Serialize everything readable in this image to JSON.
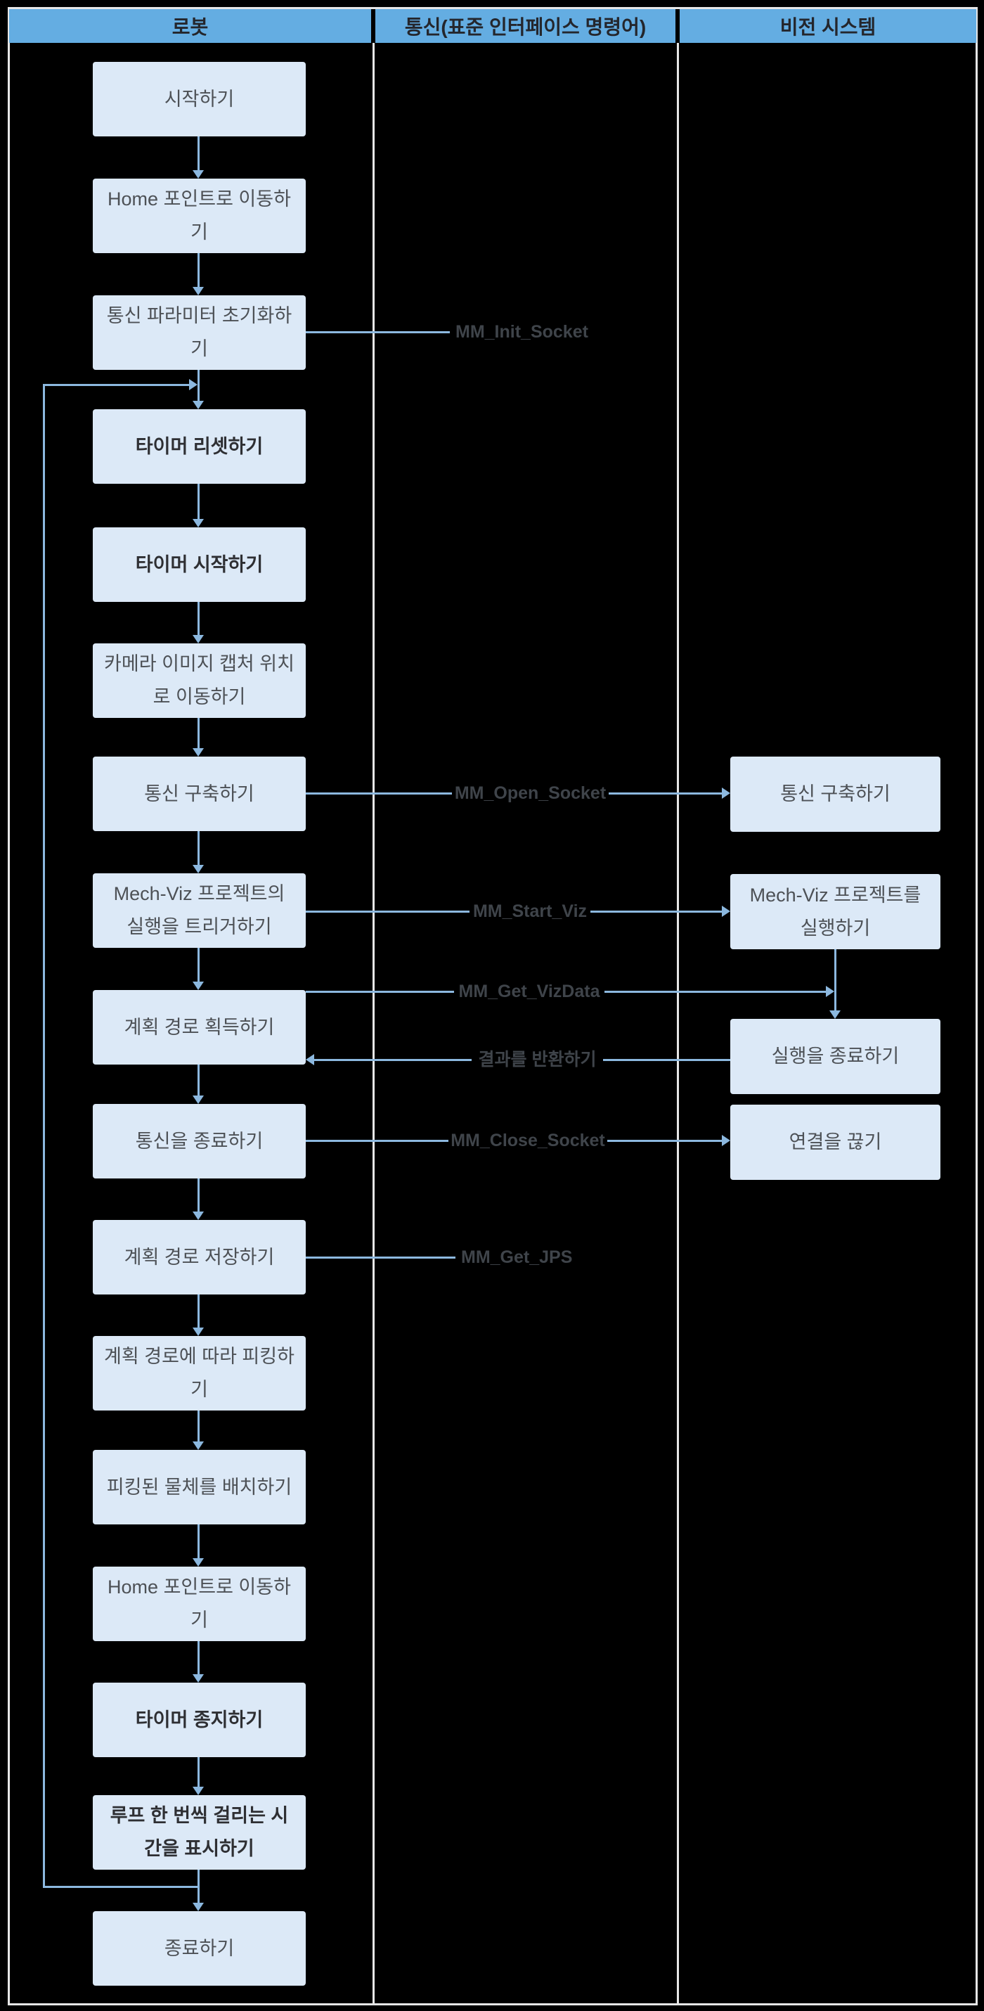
{
  "columns": [
    {
      "label": "로봇"
    },
    {
      "label": "통신(표준 인터페이스 명령어)"
    },
    {
      "label": "비전 시스템"
    }
  ],
  "robot_steps": [
    {
      "label": "시작하기",
      "bold": false
    },
    {
      "label": "Home 포인트로 이동하기",
      "bold": false
    },
    {
      "label": "통신 파라미터 초기화하기",
      "bold": false
    },
    {
      "label": "타이머 리셋하기",
      "bold": true
    },
    {
      "label": "타이머 시작하기",
      "bold": true
    },
    {
      "label": "카메라 이미지 캡처 위치로 이동하기",
      "bold": false
    },
    {
      "label": "통신 구축하기",
      "bold": false
    },
    {
      "label": "Mech-Viz 프로젝트의 실행을 트리거하기",
      "bold": false
    },
    {
      "label": "계획 경로 획득하기",
      "bold": false
    },
    {
      "label": "통신을 종료하기",
      "bold": false
    },
    {
      "label": "계획 경로 저장하기",
      "bold": false
    },
    {
      "label": "계획 경로에 따라 피킹하기",
      "bold": false
    },
    {
      "label": "피킹된 물체를 배치하기",
      "bold": false
    },
    {
      "label": "Home 포인트로 이동하기",
      "bold": false
    },
    {
      "label": "타이머 종지하기",
      "bold": true
    },
    {
      "label": "루프 한 번씩 걸리는 시간을 표시하기",
      "bold": true
    },
    {
      "label": "종료하기",
      "bold": false
    }
  ],
  "vision_steps": [
    {
      "label": "통신 구축하기"
    },
    {
      "label": "Mech-Viz 프로젝트를 실행하기"
    },
    {
      "label": "실행을 종료하기"
    },
    {
      "label": "연결을 끊기"
    }
  ],
  "messages": [
    {
      "label": "MM_Init_Socket",
      "direction": "none"
    },
    {
      "label": "MM_Open_Socket",
      "direction": "right"
    },
    {
      "label": "MM_Start_Viz",
      "direction": "right"
    },
    {
      "label": "MM_Get_VizData",
      "direction": "right"
    },
    {
      "label": "결과를 반환하기",
      "direction": "left"
    },
    {
      "label": "MM_Close_Socket",
      "direction": "right"
    },
    {
      "label": "MM_Get_JPS",
      "direction": "none"
    }
  ],
  "colors": {
    "background": "#000000",
    "header_bg": "#64ade2",
    "header_text": "#24262c",
    "box_bg": "#dce9f7",
    "box_text": "#4d5156",
    "arrow": "#8cb8df",
    "message_text": "#3f444a",
    "divider": "#e7e7e7",
    "outer_border": "#e7e7e7"
  }
}
